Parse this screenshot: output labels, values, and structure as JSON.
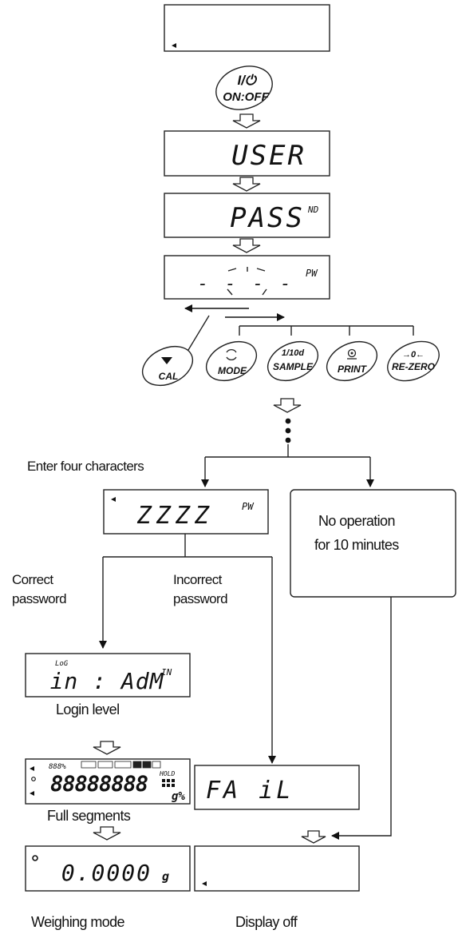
{
  "buttons": {
    "on_off": {
      "top": "I/⏻",
      "bottom": "ON:OFF"
    },
    "cal": "CAL",
    "mode": "MODE",
    "sample": {
      "top": "1/10d",
      "bottom": "SAMPLE"
    },
    "print": "PRINT",
    "rezero": {
      "top": "→0←",
      "bottom": "RE-ZERO"
    }
  },
  "displays": {
    "user": "USER",
    "pass": "PASS",
    "pass_tag": "ND",
    "pw_tag": "PW",
    "dashes": "- - - -",
    "entry": "ZZZZ",
    "login_small": "LoG",
    "login": "in : AdM",
    "login_tag": "IN",
    "full": "88888888",
    "full_tiny": "888%",
    "full_hold": "HOLD",
    "full_unit": "g%",
    "zero": "0.0000",
    "zero_unit": "g",
    "fail": "FA iL"
  },
  "labels": {
    "enter_four": "Enter four characters",
    "no_operation_1": "No operation",
    "no_operation_2": "for 10 minutes",
    "correct": [
      "Correct",
      "password"
    ],
    "incorrect": [
      "Incorrect",
      "password"
    ],
    "login_level": "Login level",
    "full_segments": "Full segments",
    "weighing_mode": "Weighing mode",
    "display_off": "Display off"
  }
}
